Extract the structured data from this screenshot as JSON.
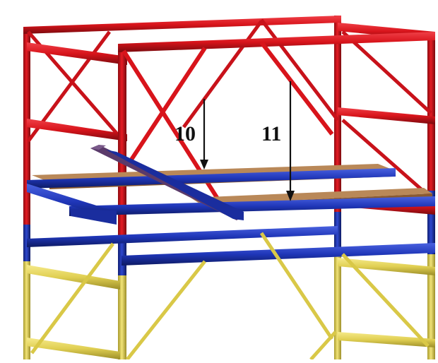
{
  "colors": {
    "red_frame": "#d8141b",
    "red_dark": "#8e0a10",
    "blue_frame": "#1f36b8",
    "blue_dark": "#101f73",
    "yellow_frame": "#e7d65a",
    "yellow_dark": "#a89a2c",
    "deck_wood": "#9a6a3e",
    "deck_top": "#b98858",
    "arrow": "#111111",
    "background": "#ffffff"
  },
  "callouts": [
    {
      "id": "10",
      "label": "10",
      "target": "upper-deck-board"
    },
    {
      "id": "11",
      "label": "11",
      "target": "lower-deck-board"
    }
  ]
}
